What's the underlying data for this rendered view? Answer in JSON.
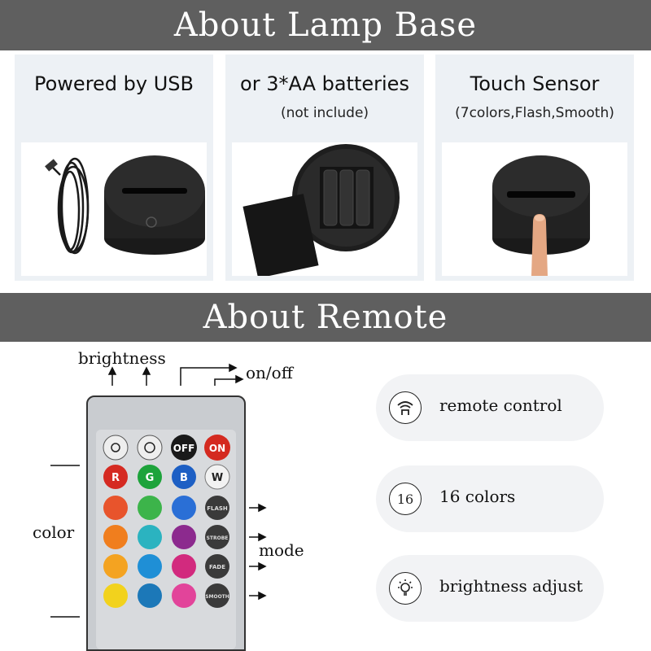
{
  "banners": {
    "lamp_base": "About Lamp Base",
    "remote": "About  Remote"
  },
  "panels": [
    {
      "title": "Powered by USB",
      "subtitle": ""
    },
    {
      "title": "or 3*AA batteries",
      "subtitle": "(not include)"
    },
    {
      "title": "Touch Sensor",
      "subtitle": "(7colors,Flash,Smooth)"
    }
  ],
  "annotations": {
    "brightness": "brightness",
    "on_off": "on/off",
    "color": "color",
    "mode": "mode"
  },
  "remote": {
    "top_buttons": [
      "",
      "",
      "OFF",
      "ON"
    ],
    "rgbw": [
      "R",
      "G",
      "B",
      "W"
    ],
    "modes": [
      "FLASH",
      "STROBE",
      "FADE",
      "SMOOTH"
    ]
  },
  "features": [
    {
      "icon": "remote-signal-icon",
      "label": "remote control"
    },
    {
      "icon": "number-16-icon",
      "badge": "16",
      "label": "16 colors"
    },
    {
      "icon": "lightbulb-icon",
      "label": "brightness adjust"
    }
  ],
  "colors": {
    "banner": "#5f5f5f",
    "panel": "#edf1f5",
    "remote_body": "#c9ccd0"
  }
}
